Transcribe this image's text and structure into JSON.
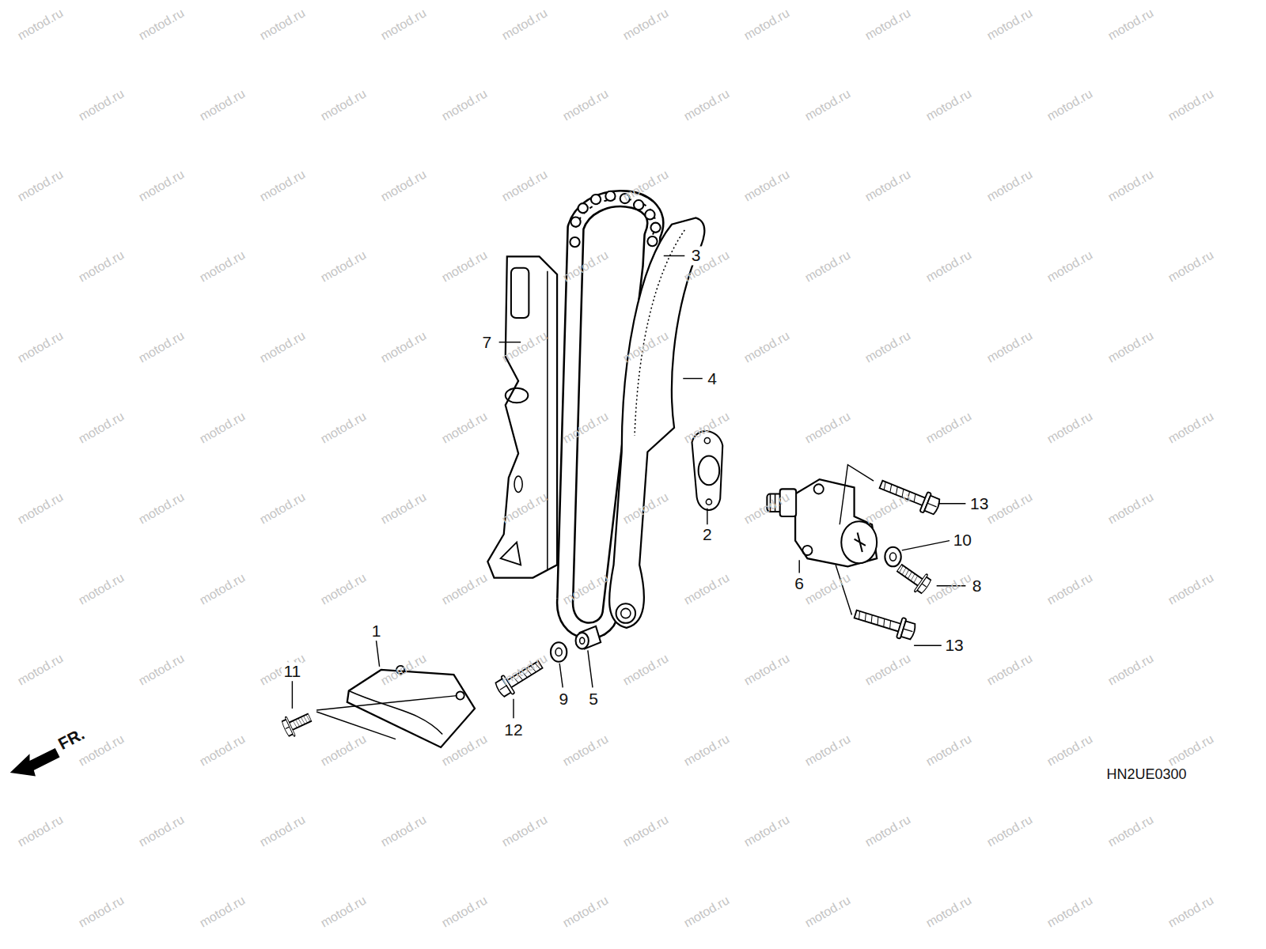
{
  "diagram": {
    "labels": [
      "3",
      "7",
      "4",
      "2",
      "13",
      "10",
      "6",
      "8",
      "13",
      "1",
      "11",
      "9",
      "5",
      "12",
      "FR.",
      "HN2UE0300",
      "motod.ru",
      "motod.ru",
      "motod.ru",
      "motod.ru",
      "motod.ru",
      "motod.ru",
      "motod.ru",
      "motod.ru",
      "motod.ru",
      "motod.ru",
      "motod.ru",
      "motod.ru",
      "motod.ru",
      "motod.ru",
      "motod.ru",
      "motod.ru",
      "motod.ru",
      "motod.ru",
      "motod.ru",
      "motod.ru",
      "motod.ru",
      "motod.ru",
      "motod.ru",
      "motod.ru",
      "motod.ru",
      "motod.ru",
      "motod.ru",
      "motod.ru",
      "motod.ru",
      "motod.ru",
      "motod.ru",
      "motod.ru",
      "motod.ru",
      "motod.ru",
      "motod.ru",
      "motod.ru",
      "motod.ru",
      "motod.ru",
      "motod.ru",
      "motod.ru",
      "motod.ru",
      "motod.ru",
      "motod.ru",
      "motod.ru",
      "motod.ru",
      "motod.ru",
      "motod.ru",
      "motod.ru",
      "motod.ru",
      "motod.ru",
      "motod.ru",
      "motod.ru",
      "motod.ru",
      "motod.ru",
      "motod.ru",
      "motod.ru",
      "motod.ru",
      "motod.ru",
      "motod.ru",
      "motod.ru",
      "motod.ru",
      "motod.ru",
      "motod.ru",
      "motod.ru",
      "motod.ru",
      "motod.ru",
      "motod.ru",
      "motod.ru",
      "motod.ru",
      "motod.ru",
      "motod.ru",
      "motod.ru",
      "motod.ru",
      "motod.ru",
      "motod.ru",
      "motod.ru",
      "motod.ru",
      "motod.ru",
      "motod.ru",
      "motod.ru",
      "motod.ru",
      "motod.ru",
      "motod.ru",
      "motod.ru",
      "motod.ru",
      "motod.ru",
      "motod.ru",
      "motod.ru",
      "motod.ru",
      "motod.ru",
      "motod.ru",
      "motod.ru",
      "motod.ru",
      "motod.ru",
      "motod.ru",
      "motod.ru",
      "motod.ru",
      "motod.ru",
      "motod.ru",
      "motod.ru",
      "motod.ru",
      "motod.ru",
      "motod.ru",
      "motod.ru",
      "motod.ru",
      "motod.ru",
      "motod.ru",
      "motod.ru",
      "motod.ru",
      "motod.ru",
      "motod.ru",
      "motod.ru",
      "motod.ru",
      "motod.ru",
      "motod.ru",
      "motod.ru",
      "motod.ru",
      "motod.ru",
      "motod.ru",
      "motod.ru"
    ]
  }
}
